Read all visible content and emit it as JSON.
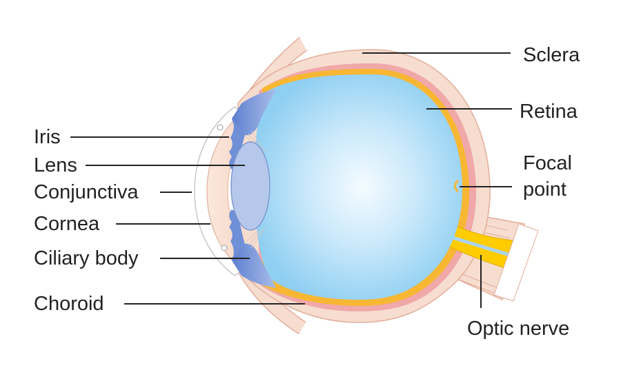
{
  "labels": {
    "iris": "Iris",
    "lens": "Lens",
    "conjunctiva": "Conjunctiva",
    "cornea": "Cornea",
    "ciliary_body": "Ciliary body",
    "choroid": "Choroid",
    "sclera": "Sclera",
    "retina": "Retina",
    "focal_point_line1": "Focal",
    "focal_point_line2": "point",
    "optic_nerve": "Optic nerve"
  },
  "colors": {
    "sclera": "#f6ddd0",
    "sclera_edge": "#e3ad98",
    "choroid": "#f0a8a8",
    "retina": "#f7b733",
    "vitreous_center": "#f2fbff",
    "vitreous_edge": "#8fcff2",
    "iris": "#6f8fd6",
    "lens": "#b5c8ec",
    "optic_nerve": "#ffcc00",
    "leader_line": "#222222"
  }
}
